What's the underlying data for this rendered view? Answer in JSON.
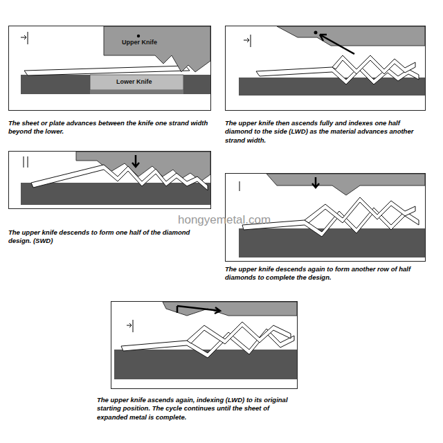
{
  "diagram": {
    "nodes": [
      {
        "text": [
          "The sheet or plate advances between the knife one strand width beyond the lower."
        ]
      },
      {
        "text": [
          "The upper knife then ascends fully and indexes one half diamond to the side (LWD) as the material advances another strand width."
        ]
      },
      {
        "text": [
          "The upper knife descends to form one half of the diamond design. (SWD)"
        ]
      },
      {
        "text": [
          "The upper knife descends again to form another row of half diamonds to complete the design."
        ]
      },
      {
        "text": [
          "The upper knife ascends again, indexing (LWD) to its original starting position. The cycle continues until the sheet of expanded metal is complete."
        ]
      }
    ],
    "labels": [
      "Upper Knife",
      "Lower Knife",
      "hongyemetal.com"
    ]
  }
}
